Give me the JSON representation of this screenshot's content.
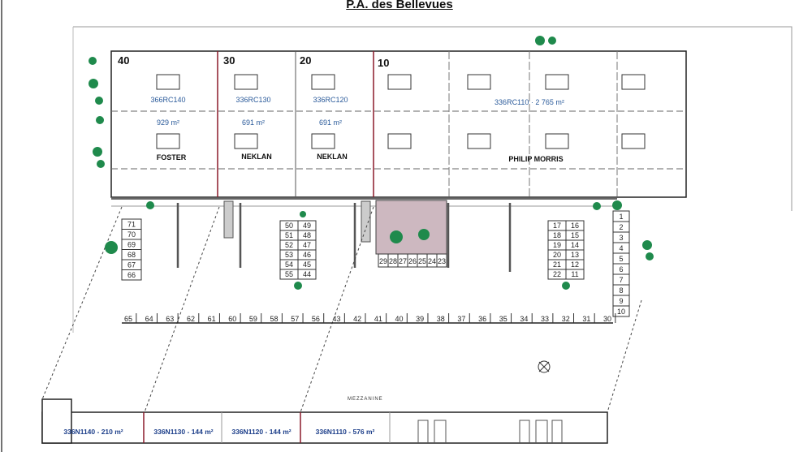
{
  "title": "P.A. des Bellevues",
  "units": [
    {
      "number": "40",
      "ref": "366RC140",
      "area": "929 m²",
      "tenant": "FOSTER"
    },
    {
      "number": "30",
      "ref": "336RC130",
      "area": "691 m²",
      "tenant": "NEKLAN"
    },
    {
      "number": "20",
      "ref": "336RC120",
      "area": "691 m²",
      "tenant": "NEKLAN"
    },
    {
      "number": "10",
      "ref": "336RC110 · 2 765 m²",
      "tenant": "PHILIP MORRIS"
    }
  ],
  "parking": {
    "left_column": [
      "71",
      "70",
      "69",
      "68",
      "67",
      "66"
    ],
    "center_left": [
      "50",
      "51",
      "52",
      "53",
      "54",
      "55"
    ],
    "center_right": [
      "49",
      "48",
      "47",
      "46",
      "45",
      "44"
    ],
    "pink_row": [
      "29",
      "28",
      "27",
      "26",
      "25",
      "24",
      "23"
    ],
    "right_left": [
      "17",
      "18",
      "19",
      "20",
      "21",
      "22"
    ],
    "right_right": [
      "16",
      "15",
      "14",
      "13",
      "12",
      "11"
    ],
    "far_right": [
      "1",
      "2",
      "3",
      "4",
      "5",
      "6",
      "7",
      "8",
      "9",
      "10"
    ],
    "bottom_row": [
      "65",
      "64",
      "63",
      "62",
      "61",
      "60",
      "59",
      "58",
      "57",
      "56",
      "43",
      "42",
      "41",
      "40",
      "39",
      "38",
      "37",
      "36",
      "35",
      "34",
      "33",
      "32",
      "31",
      "30"
    ]
  },
  "mezzanine": {
    "label": "MEZZANINE",
    "units": [
      "336N1140 - 210 m²",
      "336N1130 - 144 m²",
      "336N1120 - 144 m²",
      "336N1110 - 576 m²"
    ]
  },
  "colors": {
    "partition": "#8b1a2a",
    "label_blue": "#2a5a9a",
    "tree": "#1f8a4c",
    "plaza": "#cdb8c0"
  }
}
